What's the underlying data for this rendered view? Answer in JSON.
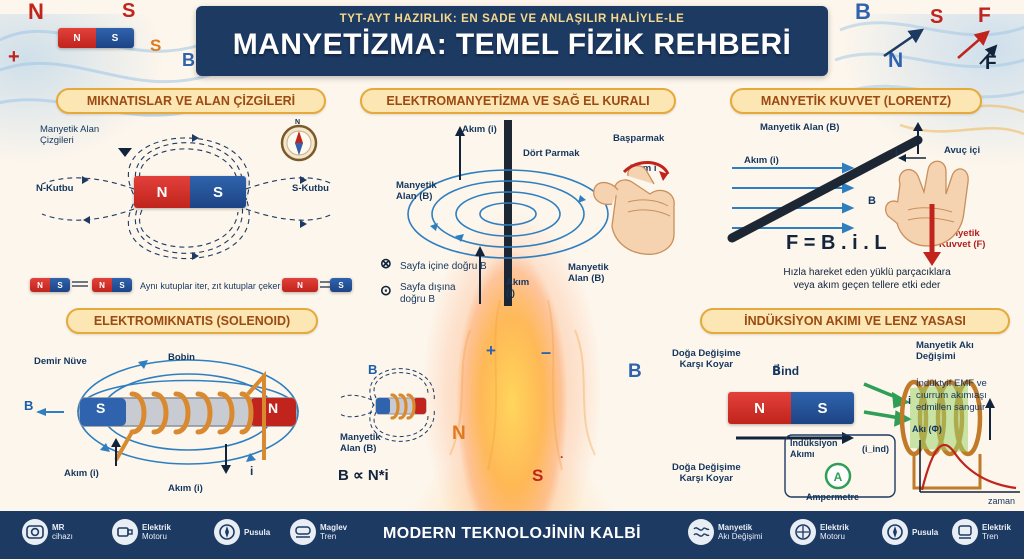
{
  "header": {
    "kicker": "TYT-AYT HAZIRLIK: EN SADE VE ANLAŞILIR HALİYLE-LE",
    "title": "MANYETİZMA: TEMEL FİZİK REHBERİ"
  },
  "corner_letters": {
    "left": [
      "N",
      "S",
      "S",
      "B",
      "+"
    ],
    "right": [
      "B",
      "S",
      "F",
      "N",
      "F"
    ]
  },
  "sections": {
    "magnets": {
      "heading": "MIKNATISLAR VE ALAN ÇİZGİLERİ",
      "labels": {
        "field_lines": "Manyetik Alan\nÇizgileri",
        "north_pole": "N-Kutbu",
        "south_pole": "S-Kutbu",
        "magnet_n": "N",
        "magnet_s": "S",
        "rule": "Aynı kutuplar iter, zıt kutuplar çeker",
        "mini_n": "N",
        "mini_s": "S",
        "mini_s2": "S",
        "mini_n2": "N",
        "compass_n": "N"
      }
    },
    "electromagnetism": {
      "heading": "ELEKTROMANYETİZMA VE SAĞ EL KURALI",
      "labels": {
        "current_top": "Akım (i)",
        "four_fingers": "Dört Parmak",
        "thumb": "Başparmak",
        "current_i": "Akım i",
        "field_b_left": "Manyetik\nAlan (B)",
        "field_b_right": "Manyetik\nAlan (B)",
        "current_bottom": "Akım\n(i)",
        "into_page": "Sayfa içine doğru B",
        "out_of_page": "Sayfa dışına doğru B",
        "into_symbol": "⊗",
        "out_symbol": "⊙"
      }
    },
    "lorentz": {
      "heading": "MANYETİK KUVVET (LORENTZ)",
      "labels": {
        "field_b": "Manyetik Alan (B)",
        "current_i": "Akım (i)",
        "palm": "Avuç içi",
        "b_letter": "B",
        "i_letter": "i",
        "force": "Manyetik\nKuvvet (F)",
        "formula": "F = B . i . L",
        "caption": "Hızla hareket eden yüklü parçacıklara\nveya akım geçen tellere etki eder"
      }
    },
    "solenoid": {
      "heading": "ELEKTROMIKNATIS (SOLENOID)",
      "labels": {
        "iron_core": "Demir Nüve",
        "coil": "Bobin",
        "b_left": "B",
        "current_left": "Akım (i)",
        "current_bottom": "Akım (i)",
        "current_right": "i",
        "core_s": "S",
        "core_n": "N"
      }
    },
    "coil_field": {
      "labels": {
        "b_top": "B",
        "field_b": "Manyetik\nAlan (B)",
        "formula": "B ∝ N*i"
      }
    },
    "induction": {
      "heading": "İNDÜKSİYON AKIMI VE LENZ YASASI",
      "labels": {
        "opposes_top": "Doğa Değişime\nKarşı Koyar",
        "opposes_bottom": "Doğa Değişime\nKarşı Koyar",
        "b_ind": "B⃗ind",
        "i_ind_arrow": "i",
        "flux_change": "Manyetik Akı\nDeğişimi",
        "emf_note": "İndüktyif EMF ve\ncıurrum akımıaşı\nedmillen sanguir",
        "induction_current": "İndüksiyon\nAkımı",
        "i_ind": "(i_ind)",
        "ammeter": "Ampermetre",
        "ammeter_symbol": "A",
        "magnet_n": "N",
        "magnet_s": "S",
        "graph_title": "Akı (Φ)",
        "graph_x": "zaman"
      }
    }
  },
  "footer": {
    "title": "MODERN TEKNOLOJİNİN KALBİ",
    "left_items": [
      {
        "icon": "mri-icon",
        "label": "MR\ncihazı",
        "line1": "MR",
        "line2": "cihazı"
      },
      {
        "icon": "motor-icon",
        "label": "Elektrik Motoru",
        "line1": "Elektrik",
        "line2": "Motoru"
      },
      {
        "icon": "compass-icon",
        "label": "Pusula",
        "line1": "Pusula",
        "line2": ""
      },
      {
        "icon": "train-icon",
        "label": "Maglev Tren",
        "line1": "Maglev",
        "line2": "Tren"
      }
    ],
    "right_items": [
      {
        "icon": "wave-icon",
        "label": "Manyetik Akı Değişimi",
        "line1": "Manyetik",
        "line2": "Akı Değişimi"
      },
      {
        "icon": "motor-icon",
        "label": "Elektrik Motoru",
        "line1": "Elektrik",
        "line2": "Motoru"
      },
      {
        "icon": "compass-icon",
        "label": "Pusula",
        "line1": "Pusula",
        "line2": ""
      },
      {
        "icon": "train-icon",
        "label": "Elektrik Tren",
        "line1": "Elektrik",
        "line2": "Tren"
      }
    ]
  },
  "colors": {
    "navy": "#1d3a63",
    "gold": "#e5a93c",
    "cream": "#fbe6b4",
    "red": "#c0241d",
    "blue": "#2f63ad",
    "orange": "#e07a1f"
  }
}
